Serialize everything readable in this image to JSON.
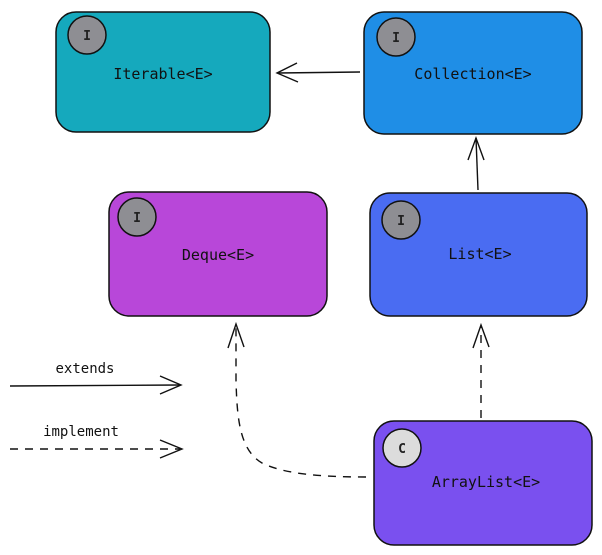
{
  "nodes": {
    "iterable": {
      "label": "Iterable<E>",
      "kind": "I",
      "color": "#15a9bd"
    },
    "collection": {
      "label": "Collection<E>",
      "kind": "I",
      "color": "#1f8ee6"
    },
    "deque": {
      "label": "Deque<E>",
      "kind": "I",
      "color": "#b847d9"
    },
    "list": {
      "label": "List<E>",
      "kind": "I",
      "color": "#4a6cf2"
    },
    "arraylist": {
      "label": "ArrayList<E>",
      "kind": "C",
      "color": "#7a50ef"
    }
  },
  "edges": [
    {
      "from": "collection",
      "to": "iterable",
      "style": "solid"
    },
    {
      "from": "list",
      "to": "collection",
      "style": "solid"
    },
    {
      "from": "arraylist",
      "to": "list",
      "style": "dashed"
    },
    {
      "from": "arraylist",
      "to": "deque",
      "style": "dashed"
    }
  ],
  "legend": {
    "extends": "extends",
    "implement": "implement"
  },
  "badge_color": "#8e8e93",
  "class_badge_color": "#dcdcdc"
}
